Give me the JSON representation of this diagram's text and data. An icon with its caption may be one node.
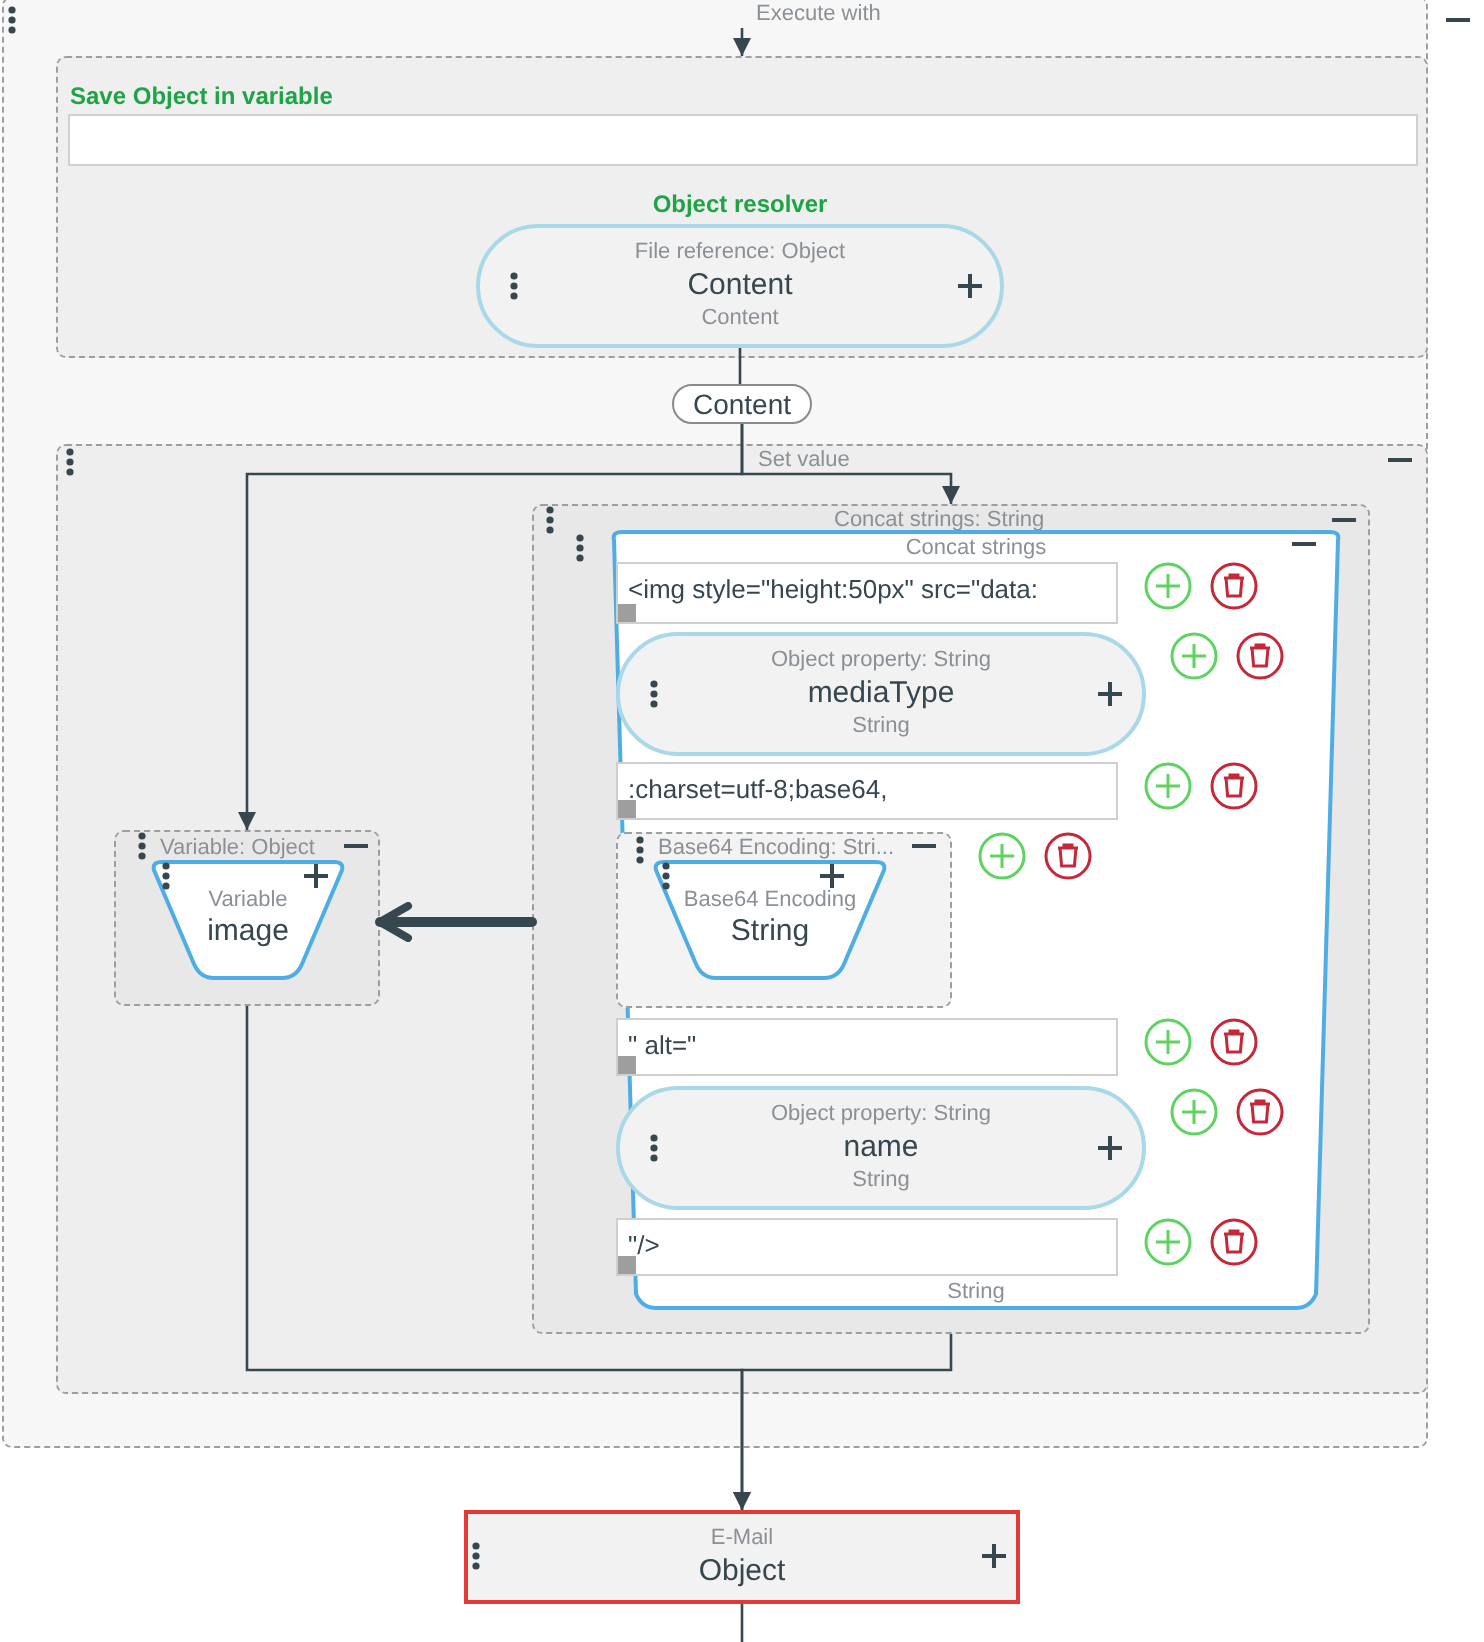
{
  "diagram": {
    "nodes": [
      {
        "text": [
          "Execute with"
        ]
      },
      {
        "text": [
          "Save Object in variable"
        ],
        "in": 0
      },
      {
        "text": [
          "File reference: Object",
          "Content",
          "Content"
        ],
        "in": 1,
        "beside": [
          "Object resolver"
        ]
      },
      {
        "text": [
          "Content"
        ],
        "in": 0
      },
      {
        "text": [
          "Set value"
        ],
        "in": 0
      },
      {
        "text": [
          "Variable: Object"
        ],
        "in": 4
      },
      {
        "text": [
          "Variable",
          "image"
        ],
        "in": 5
      },
      {
        "text": [
          "Concat strings: String"
        ],
        "in": 4
      },
      {
        "text": [
          "Concat strings",
          "String"
        ],
        "in": 7
      },
      {
        "text": [
          "<img style=\"height:50px\" src=\"data:"
        ],
        "in": 8
      },
      {
        "text": [
          "Object property: String",
          "mediaType",
          "String"
        ],
        "in": 8
      },
      {
        "text": [
          ":charset=utf-8;base64,"
        ],
        "in": 8
      },
      {
        "text": [
          "Base64 Encoding: Stri..."
        ],
        "in": 8
      },
      {
        "text": [
          "Base64 Encoding",
          "String"
        ],
        "in": 12
      },
      {
        "text": [
          "\" alt=\""
        ],
        "in": 8
      },
      {
        "text": [
          "Object property: String",
          "name",
          "String"
        ],
        "in": 8
      },
      {
        "text": [
          "\"/>"
        ],
        "in": 8
      },
      {
        "text": [
          "E-Mail",
          "Object"
        ]
      }
    ],
    "edges": [
      {
        "from": null,
        "to": 1,
        "arrow": "to"
      },
      {
        "from": 2,
        "to": 3,
        "arrow": "none"
      },
      {
        "from": 3,
        "to": 5,
        "arrow": "to"
      },
      {
        "from": 3,
        "to": 7,
        "arrow": "to"
      },
      {
        "from": 5,
        "to": 17,
        "arrow": "to"
      },
      {
        "from": 7,
        "to": 17,
        "arrow": "to"
      },
      {
        "from": 7,
        "to": 5,
        "arrow": "to",
        "style": "thick"
      },
      {
        "from": 17,
        "to": null,
        "arrow": "none"
      }
    ]
  }
}
